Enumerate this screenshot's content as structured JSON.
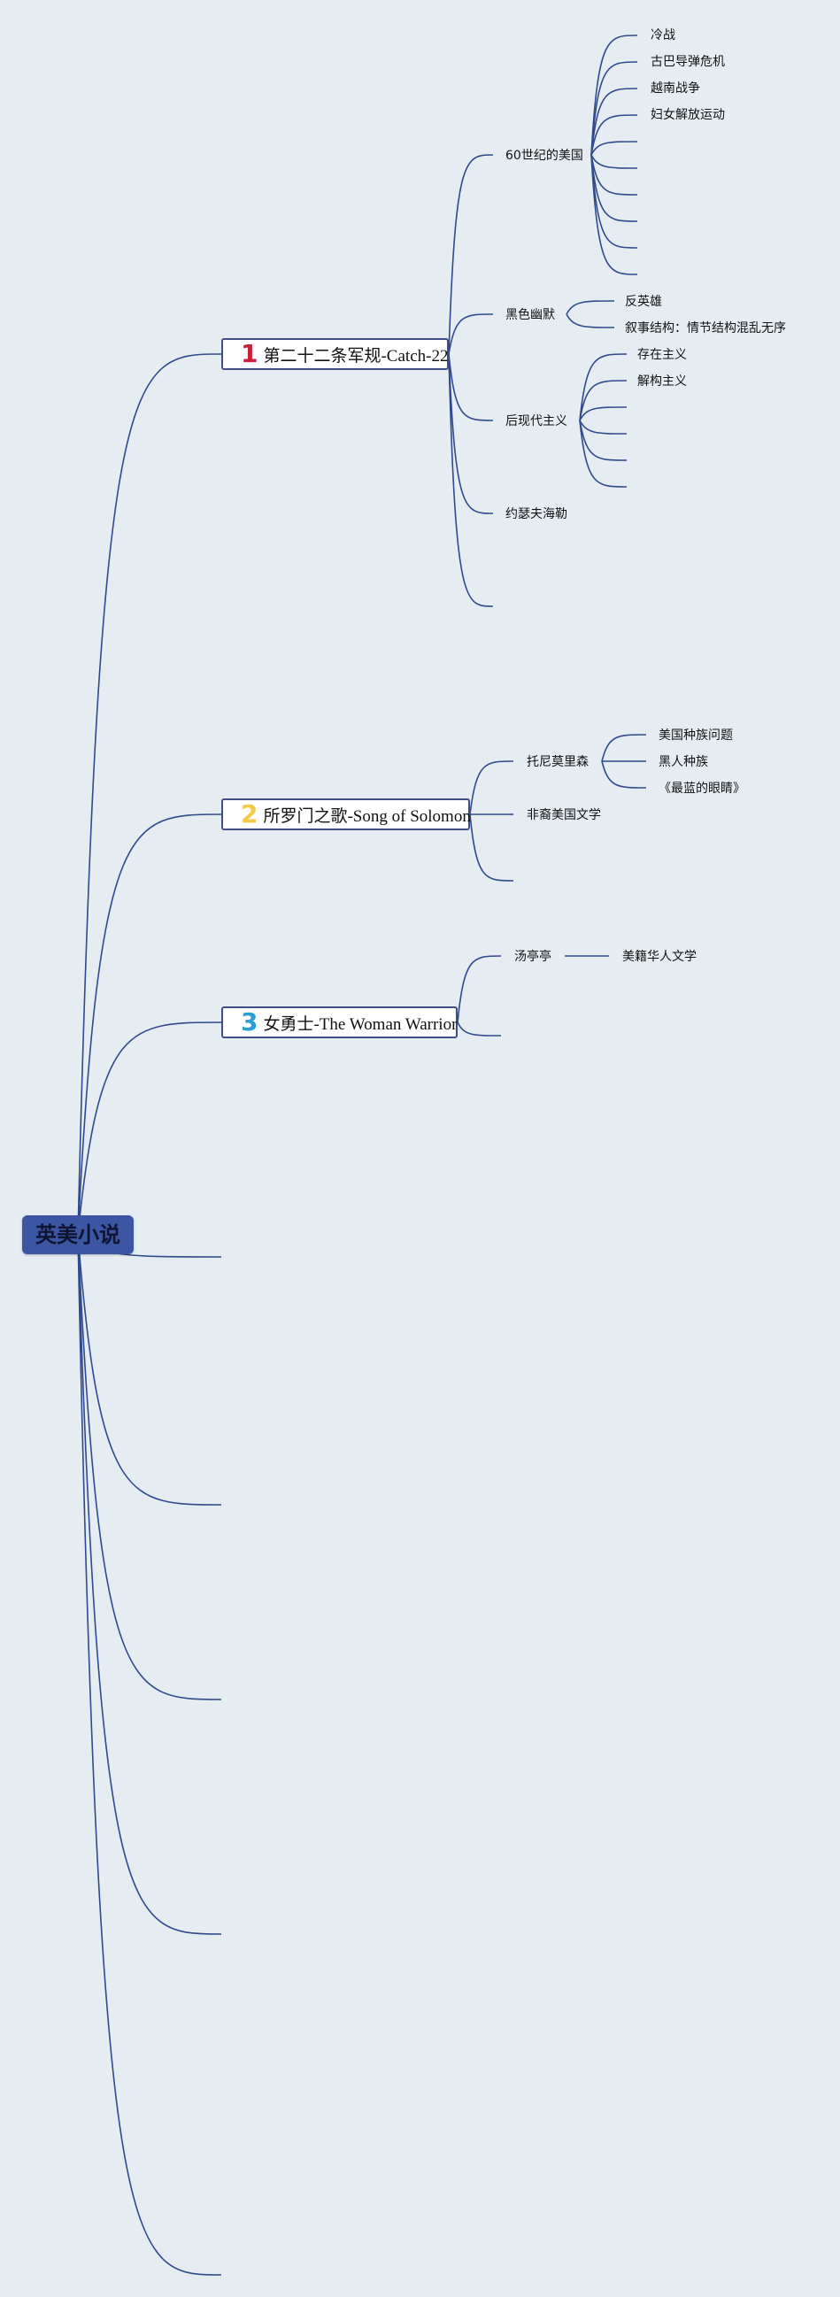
{
  "root": {
    "label": "英美小说"
  },
  "branches": [
    {
      "number": "1",
      "number_color": "#c8213a",
      "title": "第二十二条军规-Catch-22"
    },
    {
      "number": "2",
      "number_color": "#f3c94a",
      "title": "所罗门之歌-Song of Solomon"
    },
    {
      "number": "3",
      "number_color": "#2a9fd6",
      "title": "女勇士-The Woman Warrior"
    }
  ],
  "catch22": {
    "sixties": {
      "label": "60世纪的美国",
      "children": [
        "冷战",
        "古巴导弹危机",
        "越南战争",
        "妇女解放运动"
      ]
    },
    "black_humor": {
      "label": "黑色幽默",
      "children": [
        "反英雄",
        "叙事结构：情节结构混乱无序"
      ]
    },
    "postmodern": {
      "label": "后现代主义",
      "children": [
        "存在主义",
        "解构主义"
      ]
    },
    "author": {
      "label": "约瑟夫海勒"
    }
  },
  "solomon": {
    "morrison": {
      "label": "托尼莫里森",
      "children": [
        "美国种族问题",
        "黑人种族",
        "《最蓝的眼睛》"
      ]
    },
    "african_american_lit": {
      "label": "非裔美国文学"
    }
  },
  "warrior": {
    "author": {
      "label": "汤亭亭"
    },
    "chinese_american_lit": {
      "label": "美籍华人文学"
    }
  },
  "colors": {
    "line": "#2f4a8c",
    "root_fill": "#3d56a3",
    "background": "#e6edf2"
  }
}
